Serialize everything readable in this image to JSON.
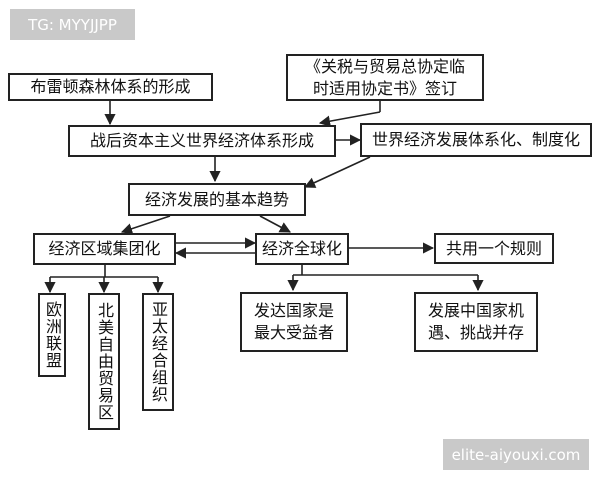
{
  "watermark_top": "TG: MYYJJPP",
  "watermark_bottom": "elite-aiyouxi.com",
  "nodes": {
    "bretton": "布雷顿森林体系的形成",
    "gatt": "《关税与贸易总协定临\n时适用协定书》签订",
    "postwar": "战后资本主义世界经济体系形成",
    "institutional": "世界经济发展体系化、制度化",
    "trend": "经济发展的基本趋势",
    "regional": "经济区域集团化",
    "global": "经济全球化",
    "rules": "共用一个规则",
    "eu": "欧洲联盟",
    "nafta": "北美自由贸易区",
    "apec": "亚太经合组织",
    "developed": "发达国家是\n最大受益者",
    "china": "发展中国家机\n遇、挑战并存"
  },
  "colors": {
    "border": "#222222",
    "line": "#222222",
    "tag_bg": "#c9c9c9"
  }
}
